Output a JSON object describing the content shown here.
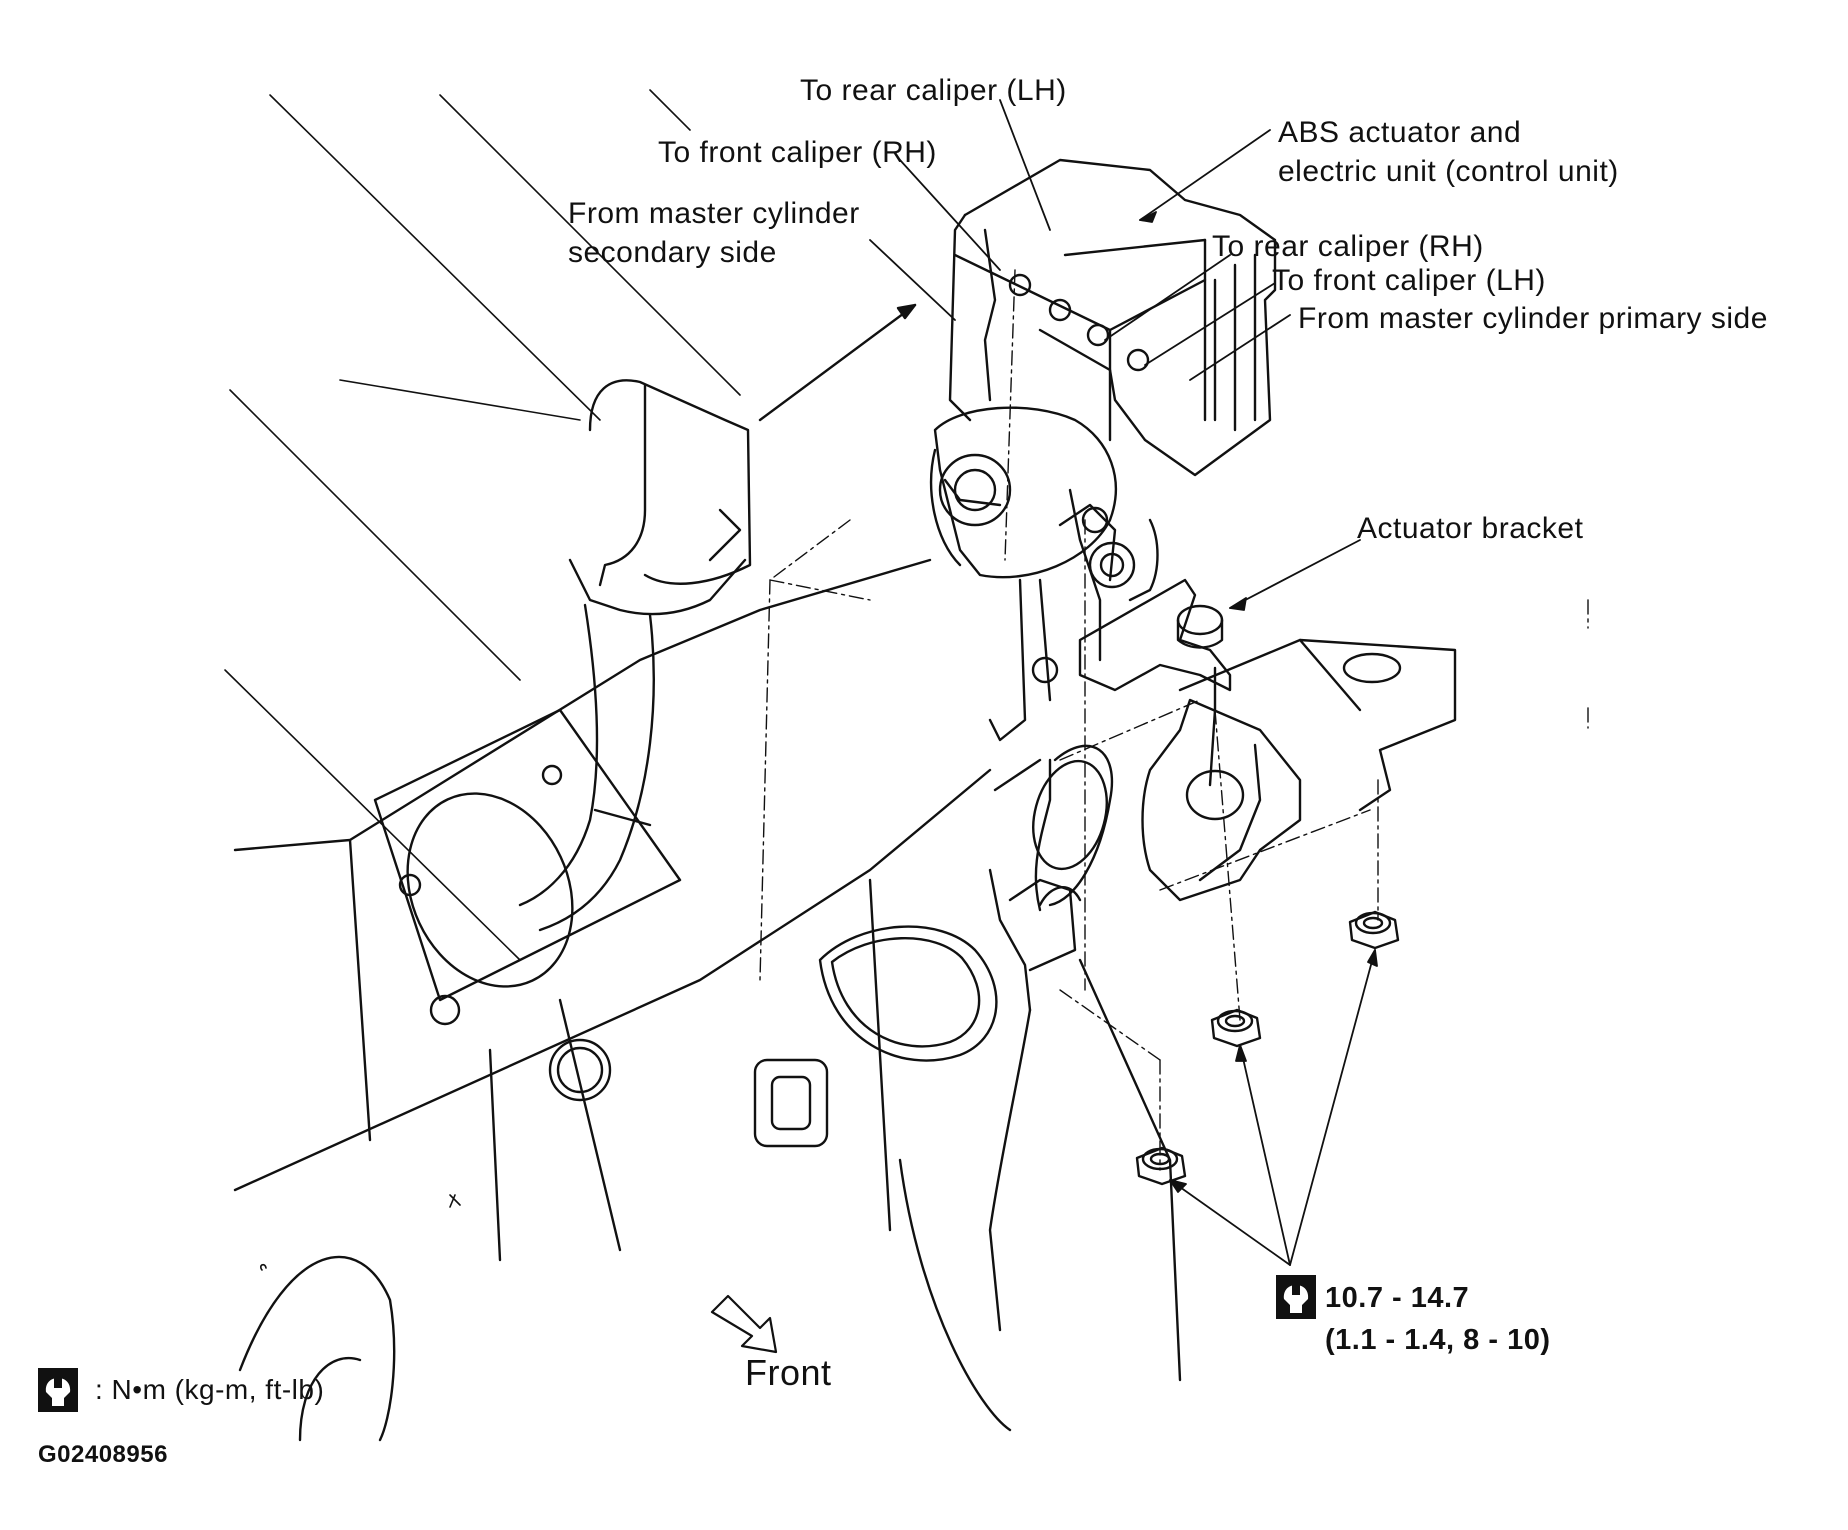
{
  "callouts": {
    "to_rear_caliper_lh": "To rear caliper (LH)",
    "to_front_caliper_rh": "To front caliper (RH)",
    "from_master_secondary_line1": "From master cylinder",
    "from_master_secondary_line2": "secondary side",
    "abs_actuator_line1": "ABS actuator and",
    "abs_actuator_line2": "electric unit (control unit)",
    "to_rear_caliper_rh": "To rear caliper (RH)",
    "to_front_caliper_lh": "To front caliper (LH)",
    "from_master_primary": "From master cylinder primary side",
    "actuator_bracket": "Actuator bracket"
  },
  "torque": {
    "range_line1": "10.7 - 14.7",
    "range_line2": "(1.1 - 1.4, 8 - 10)"
  },
  "legend": {
    "units": ": N•m  (kg-m,  ft-lb)"
  },
  "direction_label": "Front",
  "figure_code": "G02408956",
  "icons": {
    "torque": "wrench-torque-icon",
    "direction": "front-arrow-icon"
  }
}
